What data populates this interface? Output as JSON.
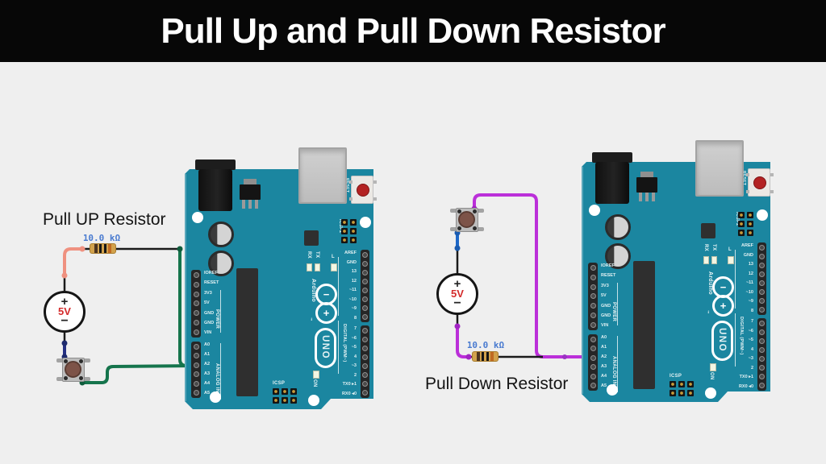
{
  "title": "Pull Up and Pull Down Resistor",
  "colors": {
    "background": "#efefef",
    "title_bar": "#070707",
    "title_text": "#ffffff",
    "board_teal": "#1b86a0",
    "wire_salmon": "#ef9180",
    "wire_navy": "#253084",
    "wire_green": "#15744c",
    "wire_blue": "#1e68c8",
    "wire_magenta": "#bb2fd9",
    "wire_black": "#1a1a1a",
    "value_label_blue": "#4a7bd0",
    "source_value_red": "#d42b2b"
  },
  "left_circuit": {
    "label": "Pull UP Resistor",
    "resistor_value": "10.0 kΩ",
    "source_plus": "+",
    "source_value": "5V",
    "source_minus": "−"
  },
  "right_circuit": {
    "label": "Pull Down Resistor",
    "resistor_value": "10.0 kΩ",
    "source_plus": "+",
    "source_value": "5V",
    "source_minus": "−"
  },
  "board": {
    "silk": {
      "reset": "RESET",
      "icsp2": "ICSP2",
      "icsp": "ICSP",
      "rx": "RX",
      "tx": "TX",
      "led_l": "L",
      "led_on": "ON",
      "brand": "Arduino",
      "tm": "™",
      "model": "UNO",
      "logo_minus": "−",
      "logo_plus": "+",
      "digital": "DIGITAL (PWM~)",
      "power": "POWER",
      "analog": "ANALOG IN"
    },
    "pins_power": [
      "IOREF",
      "RESET",
      "3V3",
      "5V",
      "GND",
      "GND",
      "VIN"
    ],
    "pins_analog": [
      "A0",
      "A1",
      "A2",
      "A3",
      "A4",
      "A5"
    ],
    "pins_digital_top": [
      "AREF",
      "GND",
      "13",
      "12",
      "~11",
      "~10",
      "~9",
      "8"
    ],
    "pins_digital_bottom": [
      "7",
      "~6",
      "~5",
      "4",
      "~3",
      "2",
      "TX0 ▸1",
      "RX0 ◂0"
    ]
  }
}
